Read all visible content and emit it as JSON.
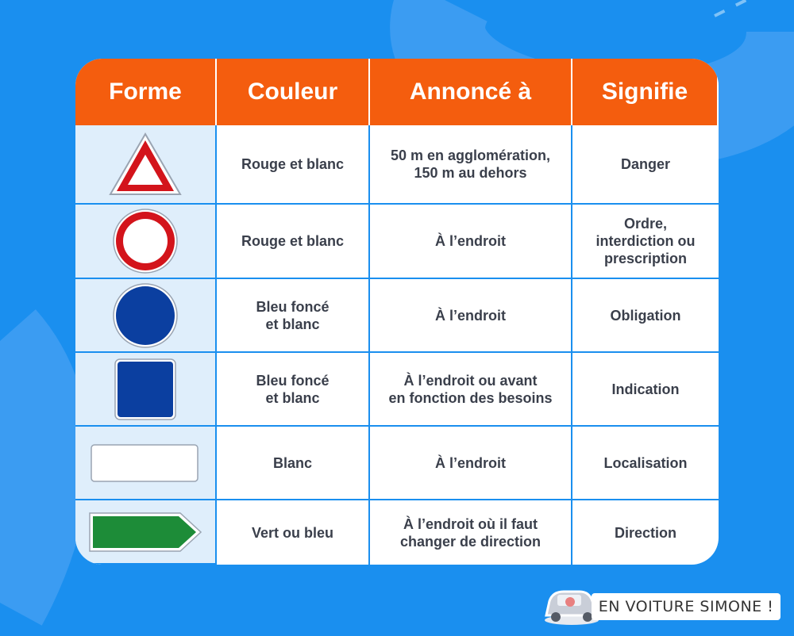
{
  "table": {
    "headers": [
      "Forme",
      "Couleur",
      "Annoncé à",
      "Signifie"
    ],
    "rows": [
      {
        "shape": "triangle-red-icon",
        "couleur": "Rouge et blanc",
        "annonce": "50 m en agglomération,\n150 m au dehors",
        "signifie": "Danger"
      },
      {
        "shape": "circle-red-icon",
        "couleur": "Rouge et blanc",
        "annonce": "À l’endroit",
        "signifie": "Ordre,\ninterdiction ou\nprescription"
      },
      {
        "shape": "circle-blue-icon",
        "couleur": "Bleu foncé\net blanc",
        "annonce": "À l’endroit",
        "signifie": "Obligation"
      },
      {
        "shape": "square-blue-icon",
        "couleur": "Bleu foncé\net blanc",
        "annonce": "À l’endroit ou avant\nen fonction des besoins",
        "signifie": "Indication"
      },
      {
        "shape": "rectangle-white-icon",
        "couleur": "Blanc",
        "annonce": "À l’endroit",
        "signifie": "Localisation"
      },
      {
        "shape": "arrow-green-icon",
        "couleur": "Vert ou bleu",
        "annonce": "À l’endroit où il faut\nchanger de direction",
        "signifie": "Direction"
      }
    ]
  },
  "brand": {
    "label": "EN VOITURE SIMONE !",
    "icon": "car-mascot-icon"
  },
  "colors": {
    "background": "#1a8fef",
    "header": "#f45d0e",
    "shape_col": "#dfeefb",
    "red": "#d3141b",
    "blue": "#0b3fa0",
    "green": "#1d8c38"
  }
}
